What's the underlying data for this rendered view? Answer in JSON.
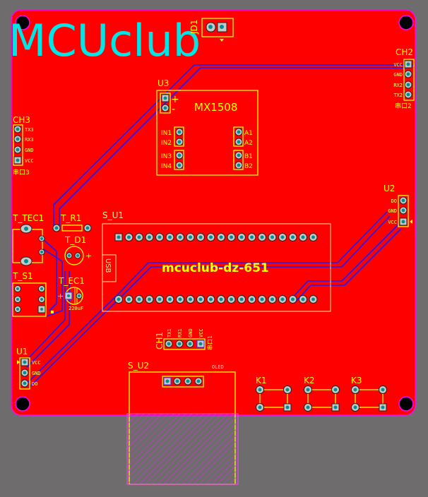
{
  "board": {
    "title_logo": "MCUclub",
    "board_name": "mcuclub-dz-651",
    "colors": {
      "copper": "#ff0000",
      "silkscreen": "#ffff00",
      "trace": "#1a1aff",
      "outline": "#ff00ff",
      "logo": "#00e5e5",
      "background": "#6e6c6c"
    }
  },
  "components": {
    "jd1": {
      "ref": "JD1"
    },
    "u3": {
      "ref": "U3",
      "name": "MX1508",
      "plus": "+",
      "minus": "-",
      "pins": [
        "IN1",
        "IN2",
        "IN3",
        "IN4",
        "A1",
        "A2",
        "B1",
        "B2"
      ]
    },
    "ch3": {
      "ref": "CH3",
      "pins": [
        "TX3",
        "RX3",
        "GND",
        "VCC"
      ],
      "caption": "串口3"
    },
    "ch2": {
      "ref": "CH2",
      "pins": [
        "VCC",
        "GND",
        "RX2",
        "TX2"
      ],
      "caption": "串口2"
    },
    "u2": {
      "ref": "U2",
      "pins": [
        "DO",
        "GND",
        "VCC"
      ]
    },
    "s_u1": {
      "ref": "S_U1",
      "usb": "USB"
    },
    "t_tec1": {
      "ref": "T_TEC1"
    },
    "t_r1": {
      "ref": "T_R1"
    },
    "t_d1": {
      "ref": "T_D1",
      "plus": "+"
    },
    "t_s1": {
      "ref": "T_S1"
    },
    "t_ec1": {
      "ref": "T_EC1",
      "plus": "+",
      "value": "220uF"
    },
    "u1": {
      "ref": "U1",
      "pins": [
        "VCC",
        "GND",
        "DO"
      ]
    },
    "ch1": {
      "ref": "CH1",
      "pins": [
        "TX1",
        "RX1",
        "GND",
        "VCC"
      ],
      "caption": "串口1"
    },
    "s_u2": {
      "ref": "S_U2",
      "tag": "OLED"
    },
    "k1": {
      "ref": "K1"
    },
    "k2": {
      "ref": "K2"
    },
    "k3": {
      "ref": "K3"
    }
  }
}
